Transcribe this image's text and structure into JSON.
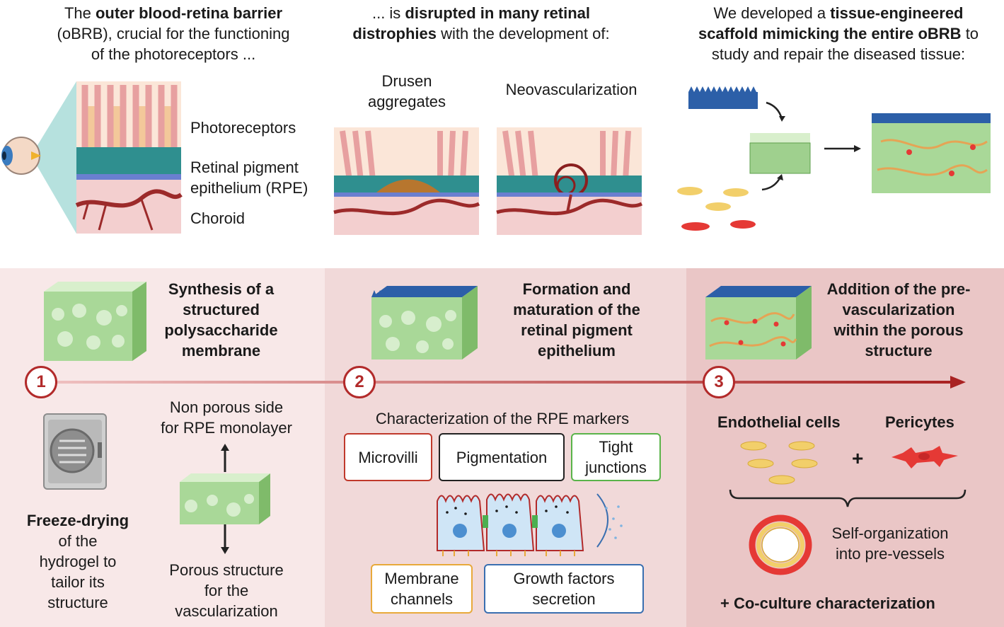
{
  "top": {
    "col1": {
      "line1_pre": "The ",
      "line1_bold": "outer blood-retina barrier",
      "line2": "(oBRB), crucial for the functioning",
      "line3": "of the photoreceptors ..."
    },
    "col2": {
      "line1_pre": "... is ",
      "line1_bold": "disrupted in many retinal",
      "line2_bold": "distrophies",
      "line2_post": " with the development of:"
    },
    "col3": {
      "line1_pre": "We developed a ",
      "line1_bold": "tissue-engineered",
      "line2_bold": "scaffold mimicking the entire oBRB",
      "line2_post": " to",
      "line3": "study and repair the diseased tissue:"
    },
    "layers": {
      "photoreceptors": "Photoreceptors",
      "rpe_line1": "Retinal pigment",
      "rpe_line2": "epithelium (RPE)",
      "choroid": "Choroid"
    },
    "drusen_line1": "Drusen",
    "drusen_line2": "aggregates",
    "neovascularization": "Neovascularization"
  },
  "steps": {
    "s1": {
      "number": "1",
      "title": [
        "Synthesis of a",
        "structured",
        "polysaccharide",
        "membrane"
      ],
      "freeze_bold": "Freeze-drying",
      "freeze_rest": [
        "of the",
        "hydrogel to",
        "tailor its",
        "structure"
      ],
      "non_porous": [
        "Non porous side",
        "for RPE monolayer"
      ],
      "porous": [
        "Porous structure",
        "for the",
        "vascularization"
      ]
    },
    "s2": {
      "number": "2",
      "title": [
        "Formation and",
        "maturation of the",
        "retinal pigment",
        "epithelium"
      ],
      "characterization": "Characterization of the RPE markers",
      "markers": {
        "microvilli": "Microvilli",
        "pigmentation": "Pigmentation",
        "tight": [
          "Tight",
          "junctions"
        ],
        "membrane": [
          "Membrane",
          "channels"
        ],
        "growth": [
          "Growth factors",
          "secretion"
        ]
      }
    },
    "s3": {
      "number": "3",
      "title": [
        "Addition of the pre-",
        "vascularization",
        "within the porous",
        "structure"
      ],
      "endothelial": "Endothelial cells",
      "pericytes": "Pericytes",
      "plus": "+",
      "self_org": [
        "Self-organization",
        "into pre-vessels"
      ],
      "coculture": "+ Co-culture characterization"
    }
  },
  "colors": {
    "panel1": "#f8e8e8",
    "panel2": "#f1d9d9",
    "panel3": "#eac6c6",
    "arrow": "#b22a2a",
    "microvilli_border": "#c0392b",
    "pigmentation_border": "#222222",
    "tight_border": "#5ab44a",
    "membrane_border": "#e8a93a",
    "growth_border": "#3a6fb0"
  }
}
